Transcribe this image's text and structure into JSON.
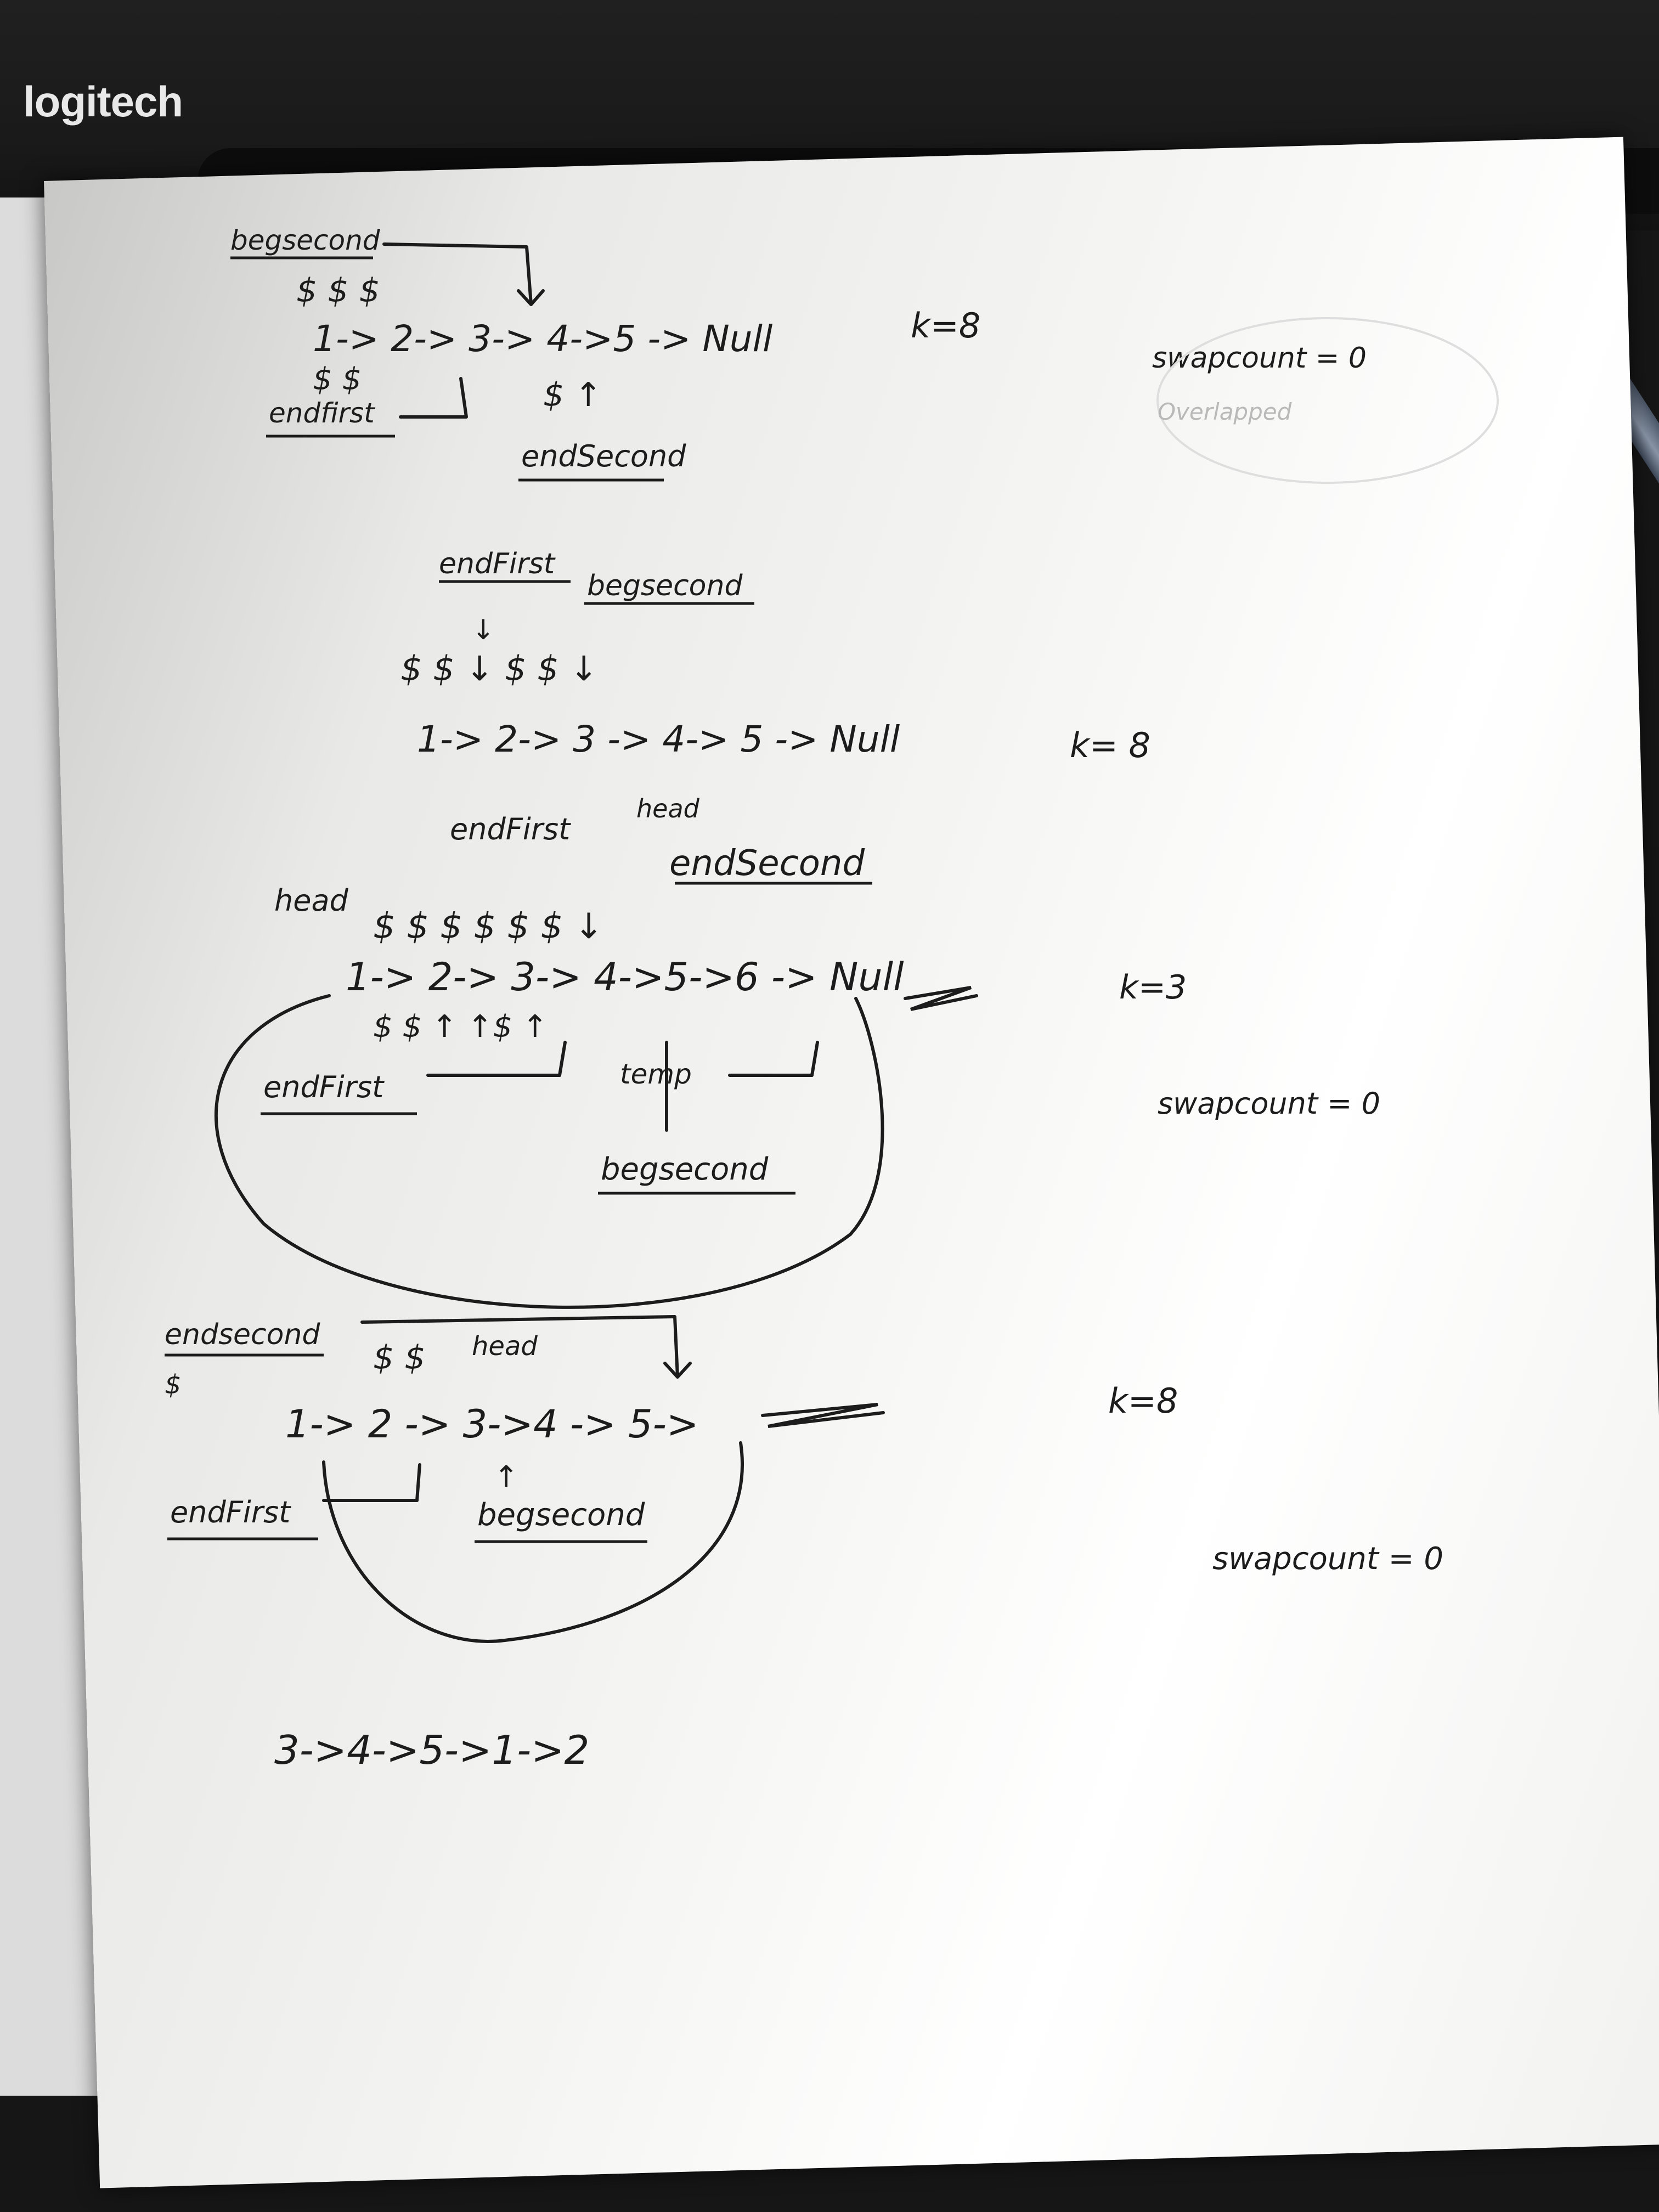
{
  "brand": "logitech",
  "diagrams": [
    {
      "list": "1-> 2-> 3-> 4->5 -> Null",
      "k": "k=8",
      "labels": [
        "begsecond",
        "endfirst",
        "endSecond"
      ],
      "swap_count": "swapcount = 0"
    },
    {
      "list": "1-> 2-> 3 -> 4-> 5 -> Null",
      "k": "k= 8",
      "labels": [
        "endFirst",
        "begsecond"
      ]
    },
    {
      "list": "1-> 2-> 3-> 4->5->6 -> Null",
      "k": "k=3",
      "labels": [
        "endFirst",
        "head",
        "endSecond",
        "head",
        "endFirst",
        "temp",
        "begsecond"
      ],
      "swap_count": "swapcount = 0"
    },
    {
      "list": "1-> 2 -> 3->4 -> 5->",
      "k": "k=8",
      "labels": [
        "endsecond",
        "head",
        "endFirst",
        "begsecond"
      ],
      "swap_count": "swapcount = 0"
    }
  ],
  "result": "3->4->5->1->2"
}
